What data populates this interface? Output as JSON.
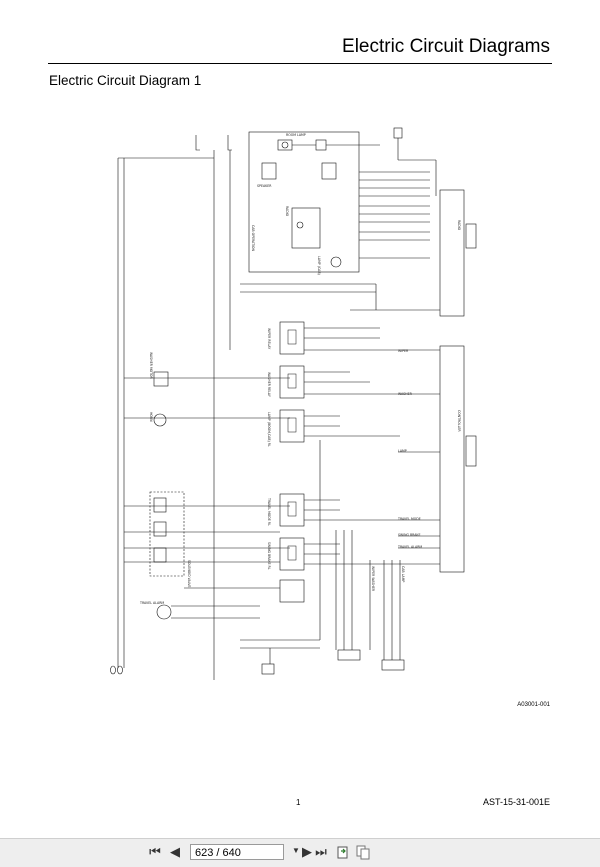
{
  "header": {
    "title": "Electric Circuit Diagrams"
  },
  "section": {
    "title": "Electric Circuit Diagram 1"
  },
  "figure": {
    "code": "A03001-001"
  },
  "footer": {
    "page_number": "1",
    "doc_code": "AST-15-31-001E"
  },
  "diagram": {
    "labels": {
      "room_lamp": "ROOM LAMP",
      "speaker": "SPEAKER",
      "radio": "RADIO",
      "cab_operation": "CAB OPERATION",
      "lamp_cab": "LAMP (CAB)",
      "wiper_relay": "WIPER RELAY",
      "washer_relay": "WASHER RELAY",
      "boom_lamp_relay": "LAMP (BOOM,CAB) RL",
      "washer_motor": "WASHER MOTOR",
      "horn": "HORN",
      "wiper": "WIPER",
      "washer": "WASHER",
      "lamp": "LAMP",
      "travel_mode": "TRAVEL MODE",
      "swing_brake": "SWING BRAKE",
      "travel_alarm": "TRAVEL ALARM",
      "travel_alarm_left": "TRAVEL ALARM",
      "travel_mode_rl": "TRAVEL MODE RL",
      "swing_brake_rl": "SWING BRAKE RL",
      "solenoid_valve": "SOLENOID VALVE",
      "controller": "CONTROLLER",
      "radio_conn": "RADIO",
      "wiper_washer": "WIPER WASHER",
      "cab_lamp": "CAB LAMP"
    }
  },
  "toolbar": {
    "first_icon": "first-page-icon",
    "prev_icon": "prev-page-icon",
    "page_value": "623 / 640",
    "next_icon": "next-page-icon",
    "last_icon": "last-page-icon"
  }
}
